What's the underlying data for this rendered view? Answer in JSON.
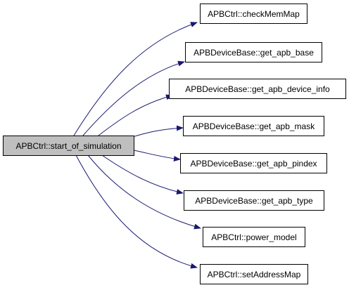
{
  "diagram": {
    "root": {
      "label": "APBCtrl::start_of_simulation",
      "fill": "#bfbfbf"
    },
    "callees": [
      {
        "label": "APBCtrl::checkMemMap"
      },
      {
        "label": "APBDeviceBase::get_apb_base"
      },
      {
        "label": "APBDeviceBase::get_apb_device_info"
      },
      {
        "label": "APBDeviceBase::get_apb_mask"
      },
      {
        "label": "APBDeviceBase::get_apb_pindex"
      },
      {
        "label": "APBDeviceBase::get_apb_type"
      },
      {
        "label": "APBCtrl::power_model"
      },
      {
        "label": "APBCtrl::setAddressMap"
      }
    ],
    "edge_color": "#191970"
  }
}
